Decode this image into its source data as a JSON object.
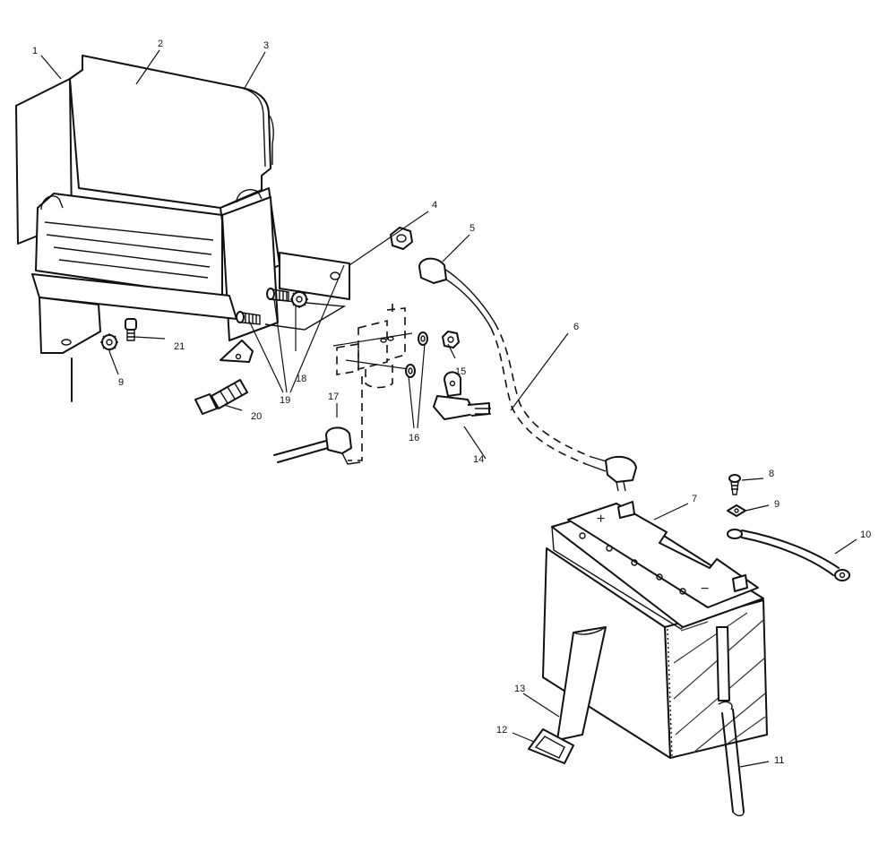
{
  "callouts": [
    {
      "id": "c1",
      "label": "1"
    },
    {
      "id": "c2",
      "label": "2"
    },
    {
      "id": "c3",
      "label": "3"
    },
    {
      "id": "c4",
      "label": "4"
    },
    {
      "id": "c5",
      "label": "5"
    },
    {
      "id": "c6",
      "label": "6"
    },
    {
      "id": "c7",
      "label": "7"
    },
    {
      "id": "c8",
      "label": "8"
    },
    {
      "id": "c9a",
      "label": "9"
    },
    {
      "id": "c9b",
      "label": "9"
    },
    {
      "id": "c10",
      "label": "10"
    },
    {
      "id": "c11",
      "label": "11"
    },
    {
      "id": "c12",
      "label": "12"
    },
    {
      "id": "c13",
      "label": "13"
    },
    {
      "id": "c14",
      "label": "14"
    },
    {
      "id": "c15",
      "label": "15"
    },
    {
      "id": "c16",
      "label": "16"
    },
    {
      "id": "c17",
      "label": "17"
    },
    {
      "id": "c18",
      "label": "18"
    },
    {
      "id": "c19",
      "label": "19"
    },
    {
      "id": "c20",
      "label": "20"
    },
    {
      "id": "c21",
      "label": "21"
    }
  ],
  "battery_terminals": {
    "positive": "+",
    "negative": "−"
  }
}
